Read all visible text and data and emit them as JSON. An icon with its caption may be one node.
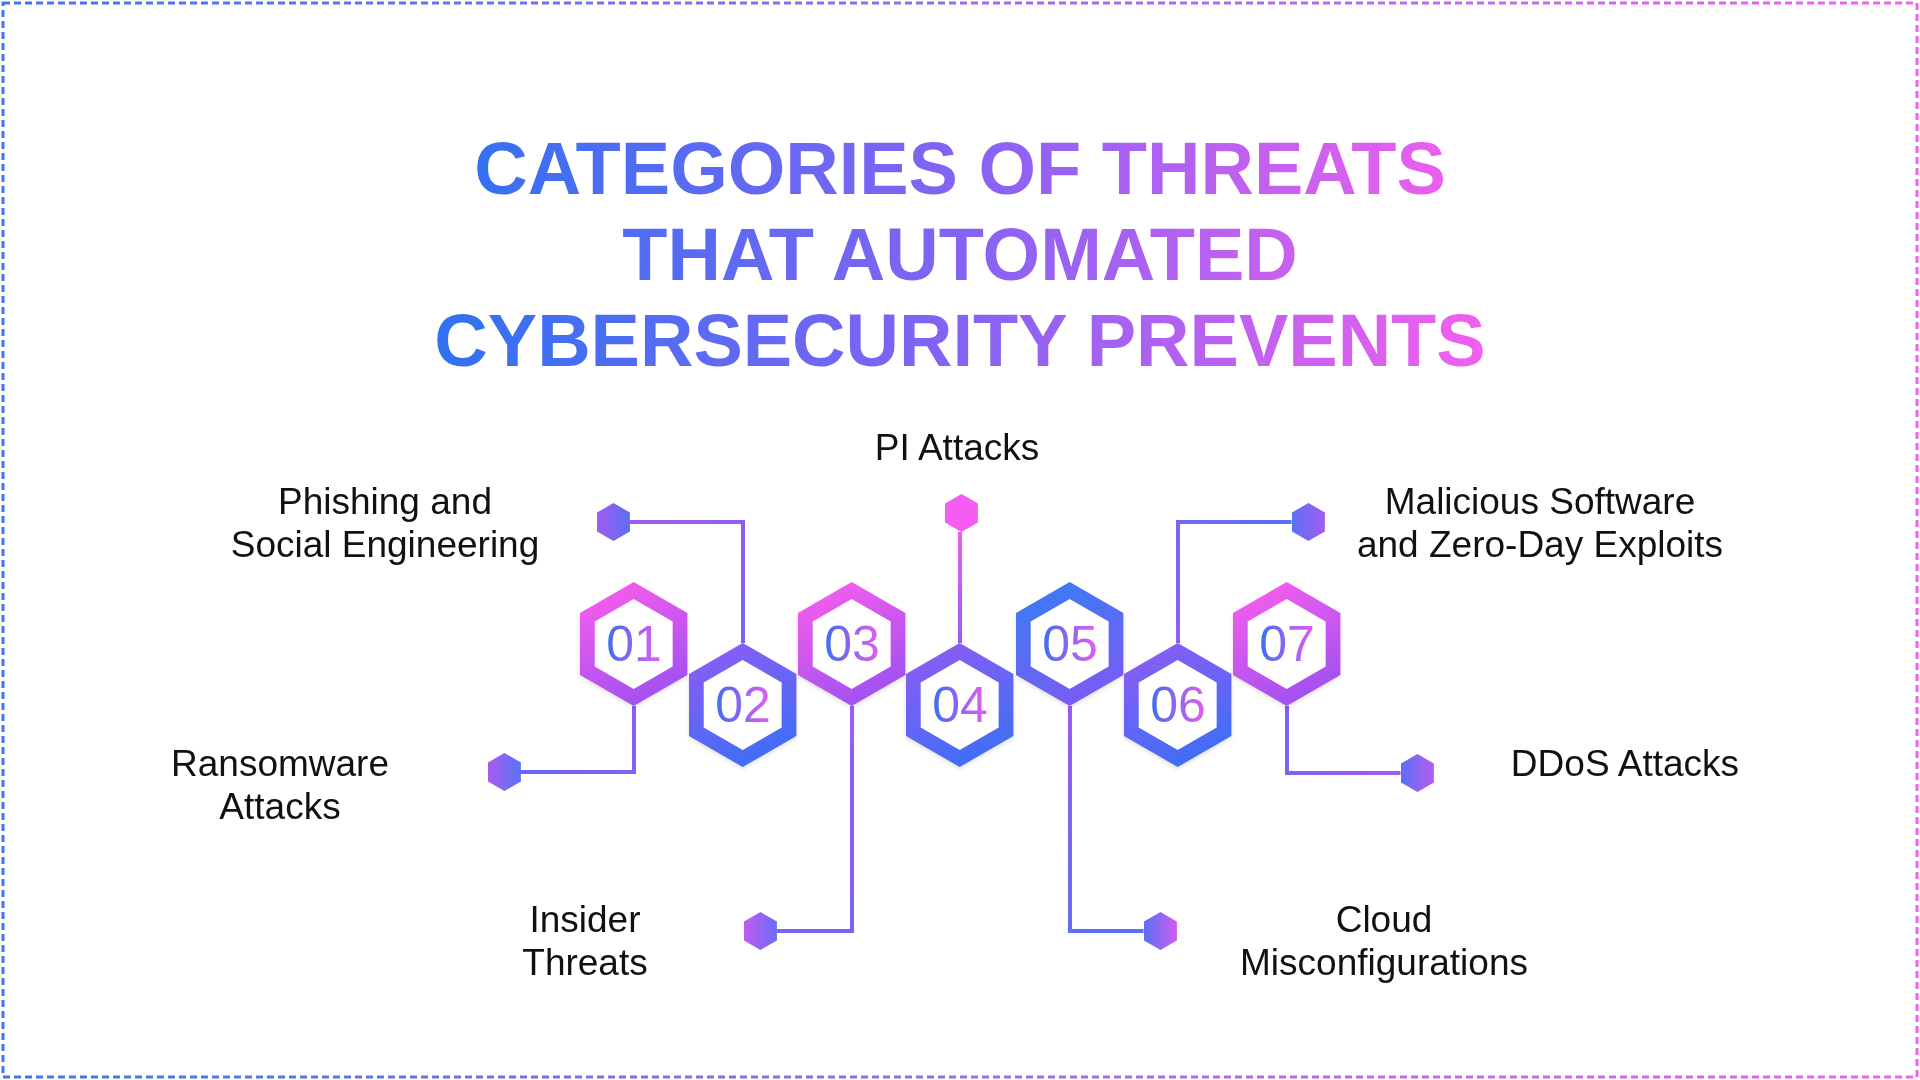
{
  "diagram": {
    "title": "CATEGORIES OF THREATS THAT AUTOMATED CYBERSECURITY PREVENTS",
    "nodes": [
      {
        "text": [
          "01"
        ]
      },
      {
        "text": [
          "02"
        ]
      },
      {
        "text": [
          "03"
        ]
      },
      {
        "text": [
          "04"
        ]
      },
      {
        "text": [
          "05"
        ]
      },
      {
        "text": [
          "06"
        ]
      },
      {
        "text": [
          "07"
        ]
      },
      {
        "text": [],
        "shape": "hexagon",
        "beside": [
          "Ransomware Attacks"
        ]
      },
      {
        "text": [],
        "shape": "hexagon",
        "beside": [
          "Phishing and Social Engineering"
        ]
      },
      {
        "text": [],
        "shape": "hexagon",
        "beside": [
          "Insider Threats"
        ]
      },
      {
        "text": [],
        "shape": "hexagon",
        "beside": [
          "PI Attacks"
        ]
      },
      {
        "text": [],
        "shape": "hexagon",
        "beside": [
          "Cloud Misconfigurations"
        ]
      },
      {
        "text": [],
        "shape": "hexagon",
        "beside": [
          "Malicious Software and Zero-Day Exploits"
        ]
      },
      {
        "text": [],
        "shape": "hexagon",
        "beside": [
          "DDoS Attacks"
        ]
      }
    ],
    "edges": [
      {
        "from": 0,
        "to": 7,
        "arrow": "none"
      },
      {
        "from": 1,
        "to": 8,
        "arrow": "none"
      },
      {
        "from": 2,
        "to": 9,
        "arrow": "none"
      },
      {
        "from": 3,
        "to": 10,
        "arrow": "none"
      },
      {
        "from": 4,
        "to": 11,
        "arrow": "none"
      },
      {
        "from": 5,
        "to": 12,
        "arrow": "none"
      },
      {
        "from": 6,
        "to": 13,
        "arrow": "none"
      }
    ]
  }
}
